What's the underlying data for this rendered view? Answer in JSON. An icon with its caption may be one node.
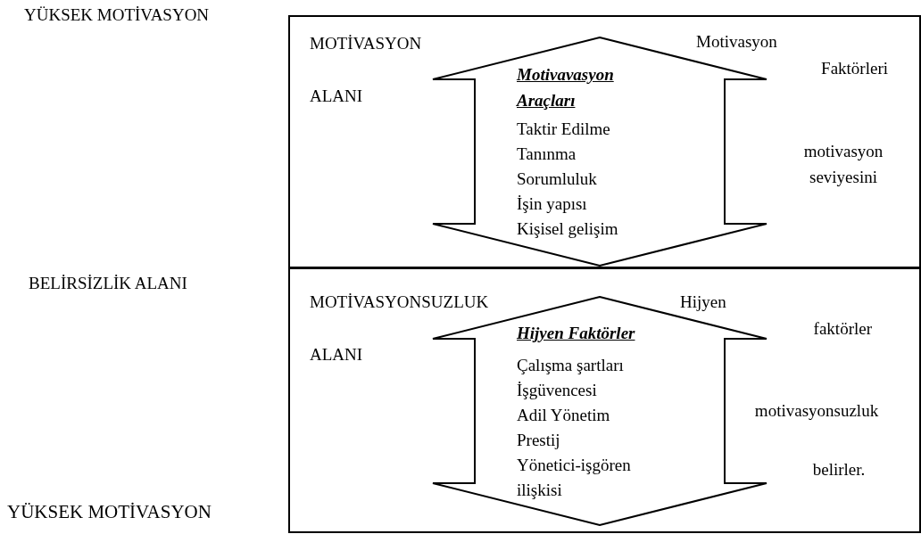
{
  "diagram": {
    "nodes": [
      {
        "text": [
          "MOTİVASYON ALANI",
          "Motivasyon Faktörleri",
          "motivasyon seviyesini"
        ]
      },
      {
        "text": [
          "Motivavasyon Araçları",
          "Taktir Edilme",
          "Tanınma",
          "Sorumluluk",
          "İşin yapısı",
          "Kişisel gelişim"
        ],
        "in": 0
      },
      {
        "text": [
          "MOTİVASYONSUZLUK ALANI",
          "Hijyen faktörler",
          "motivasyonsuzluk",
          "belirler."
        ]
      },
      {
        "text": [
          "Hijyen Faktörler",
          "Çalışma şartları",
          "İşgüvencesi",
          "Adil Yönetim",
          "Prestij",
          "Yönetici-işgören ilişkisi"
        ],
        "in": 2
      }
    ],
    "edges": [],
    "labels": [
      "YÜKSEK MOTİVASYON",
      "BELİRSİZLİK ALANI",
      "YÜKSEK MOTİVASYON"
    ]
  }
}
